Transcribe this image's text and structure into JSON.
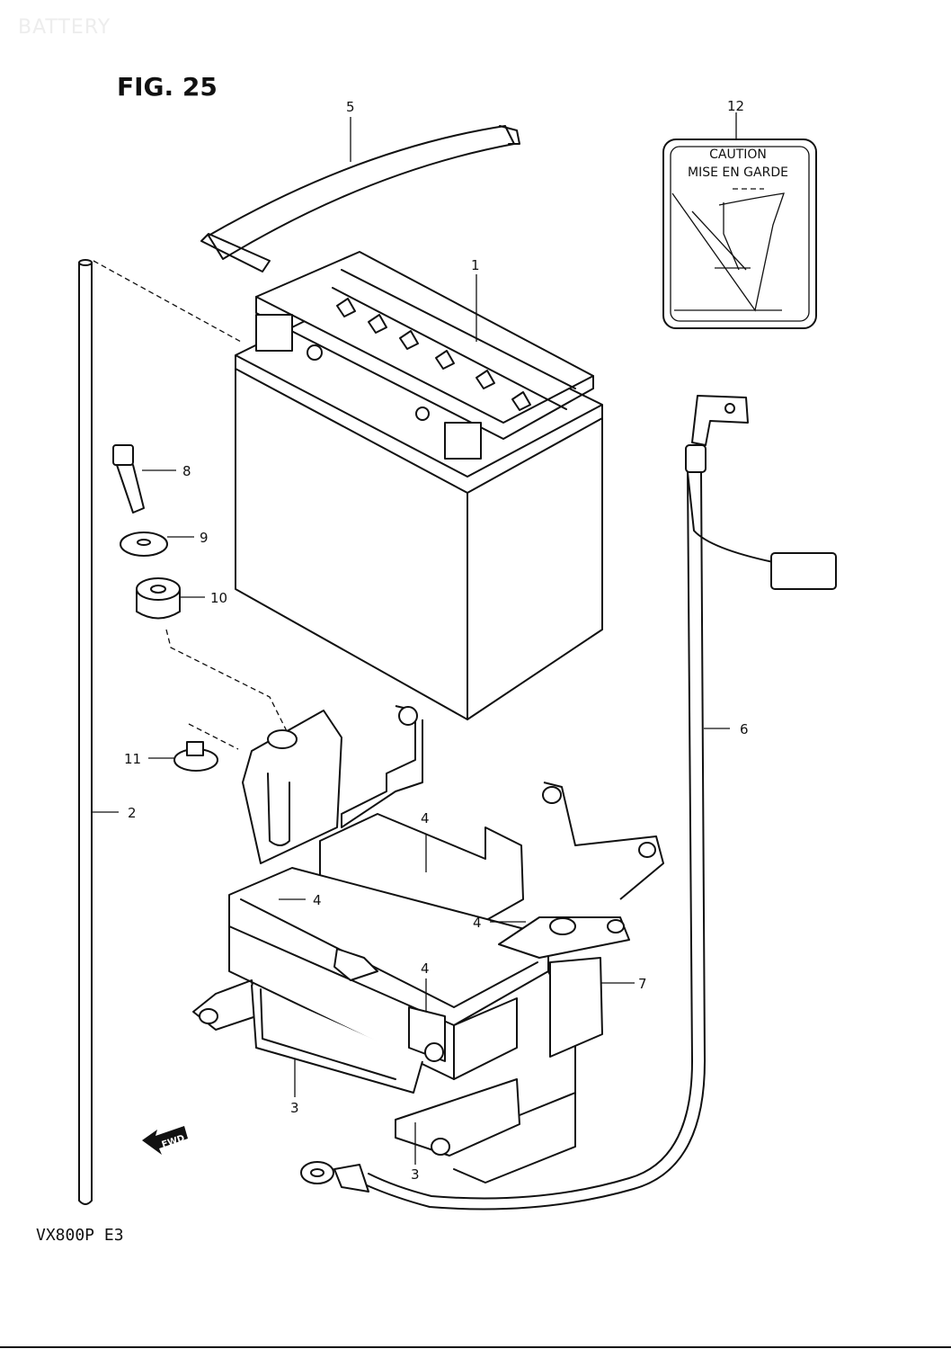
{
  "header": {
    "watermark": "BATTERY",
    "figure_title": "FIG. 25"
  },
  "footer": {
    "model_code": "VX800P  E3"
  },
  "callouts": {
    "c1": "1",
    "c2": "2",
    "c3a": "3",
    "c3b": "3",
    "c4a": "4",
    "c4b": "4",
    "c4c": "4",
    "c4d": "4",
    "c5": "5",
    "c6": "6",
    "c7": "7",
    "c8": "8",
    "c9": "9",
    "c10": "10",
    "c11": "11",
    "c12": "12"
  },
  "caution_label": {
    "line1": "CAUTION",
    "line2": "MISE EN GARDE"
  },
  "fwd_arrow": {
    "label": "FWD"
  },
  "colors": {
    "ink": "#111111",
    "paper": "#ffffff",
    "watermark": "#ededed"
  }
}
